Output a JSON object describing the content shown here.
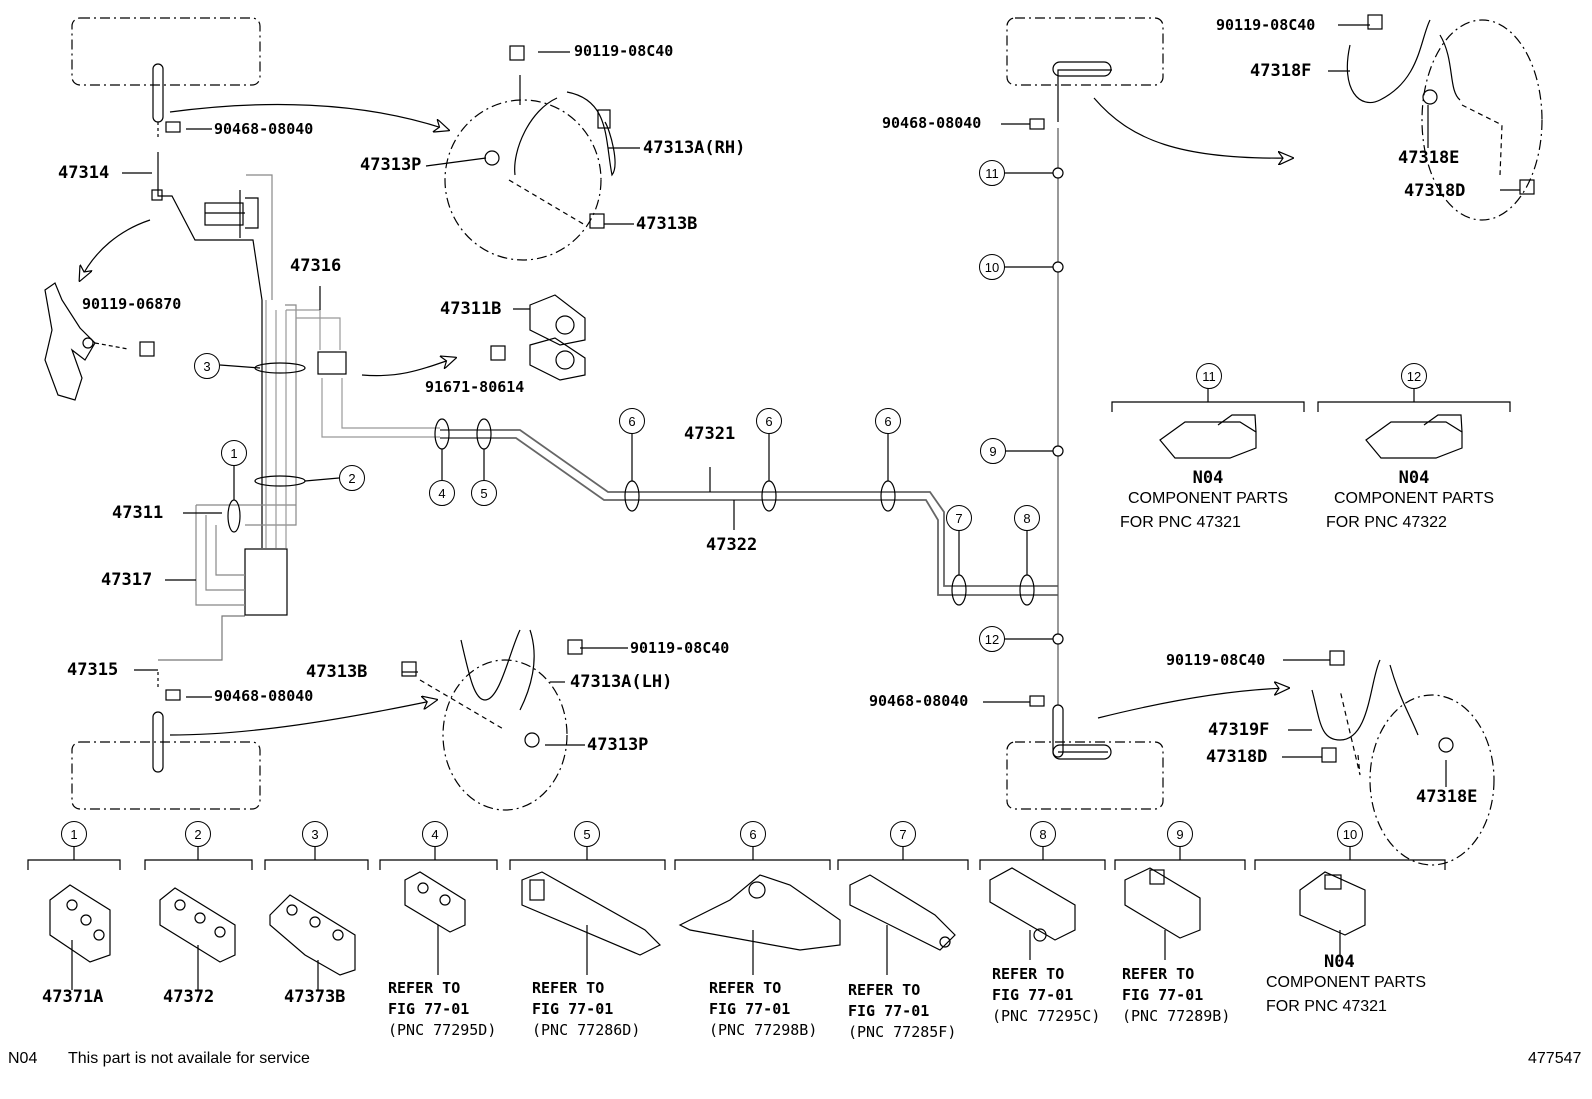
{
  "parts": {
    "p47314": "47314",
    "p90468_tl": "90468-08040",
    "p90119_06870": "90119-06870",
    "p47316": "47316",
    "p90119_fl": "90119-08C40",
    "p47313P_fr": "47313P",
    "p47313A_rh": "47313A(RH)",
    "p47313B_fr": "47313B",
    "p47311B": "47311B",
    "p91671": "91671-80614",
    "p47321": "47321",
    "p47322": "47322",
    "p47311": "47311",
    "p47317": "47317",
    "p47315": "47315",
    "p47313B_lh": "47313B",
    "p90119_lh": "90119-08C40",
    "p47313A_lh": "47313A(LH)",
    "p90468_bl": "90468-08040",
    "p47313P_lh": "47313P",
    "p90119_tr": "90119-08C40",
    "p47318F": "47318F",
    "p47318E_tr": "47318E",
    "p47318D_tr": "47318D",
    "p90468_tr": "90468-08040",
    "p90468_br": "90468-08040",
    "p90119_br": "90119-08C40",
    "p47319F": "47319F",
    "p47318D_br": "47318D",
    "p47318E_br": "47318E"
  },
  "clamps": [
    {
      "num": "1",
      "part": "47371A"
    },
    {
      "num": "2",
      "part": "47372"
    },
    {
      "num": "3",
      "part": "47373B"
    },
    {
      "num": "4",
      "refer": "REFER TO",
      "fig": "FIG 77-01",
      "pnc": "(PNC 77295D)"
    },
    {
      "num": "5",
      "refer": "REFER TO",
      "fig": "FIG 77-01",
      "pnc": "(PNC 77286D)"
    },
    {
      "num": "6",
      "refer": "REFER TO",
      "fig": "FIG 77-01",
      "pnc": "(PNC 77298B)"
    },
    {
      "num": "7",
      "refer": "REFER TO",
      "fig": "FIG 77-01",
      "pnc": "(PNC 77285F)"
    },
    {
      "num": "8",
      "refer": "REFER TO",
      "fig": "FIG 77-01",
      "pnc": "(PNC 77295C)"
    },
    {
      "num": "9",
      "refer": "REFER TO",
      "fig": "FIG 77-01",
      "pnc": "(PNC 77289B)"
    },
    {
      "num": "10",
      "code": "N04",
      "line1": "COMPONENT PARTS",
      "line2": "FOR PNC 47321"
    }
  ],
  "right_clamps": [
    {
      "num": "11",
      "code": "N04",
      "line1": "COMPONENT PARTS",
      "line2": "FOR PNC 47321"
    },
    {
      "num": "12",
      "code": "N04",
      "line1": "COMPONENT PARTS",
      "line2": "FOR PNC 47322"
    }
  ],
  "callouts": {
    "c1": "1",
    "c2": "2",
    "c3": "3",
    "c4": "4",
    "c5": "5",
    "c6a": "6",
    "c6b": "6",
    "c6c": "6",
    "c7": "7",
    "c8": "8",
    "c9": "9",
    "c10": "10",
    "c11": "11",
    "c12": "12"
  },
  "footer": {
    "code": "N04",
    "text": "This part is not availale for service",
    "figure_id": "477547"
  }
}
